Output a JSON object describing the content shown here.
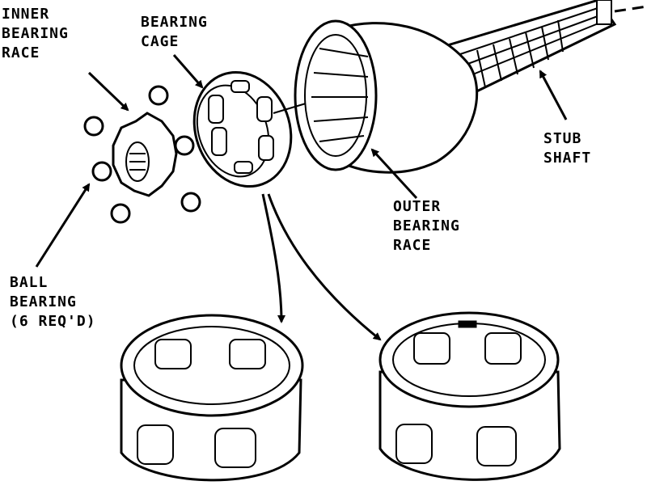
{
  "labels": {
    "inner_bearing_race": [
      "INNER",
      "BEARING",
      "RACE"
    ],
    "bearing_cage": [
      "BEARING",
      "CAGE"
    ],
    "stub_shaft": [
      "STUB",
      "SHAFT"
    ],
    "outer_bearing_race": [
      "OUTER",
      "BEARING",
      "RACE"
    ],
    "ball_bearing": [
      "BALL",
      "BEARING",
      "(6 REQ'D)"
    ]
  }
}
